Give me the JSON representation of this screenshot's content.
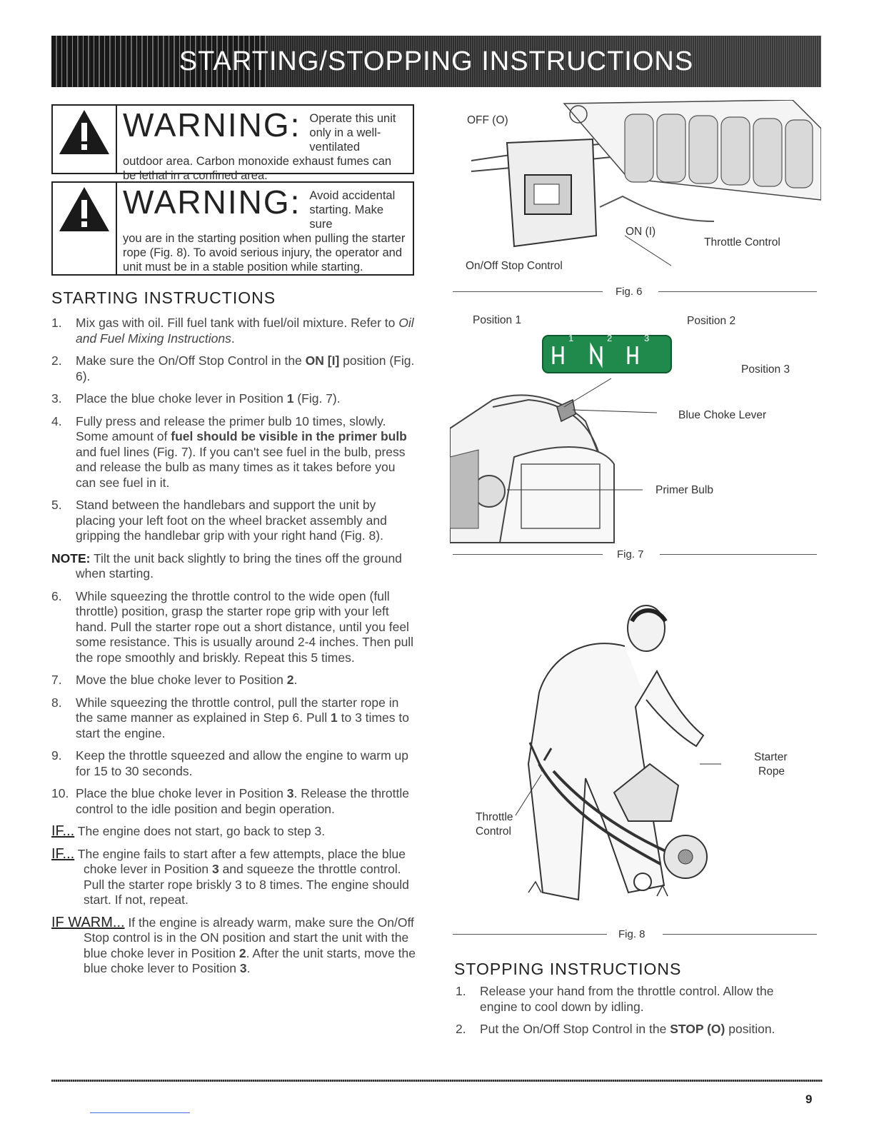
{
  "header": {
    "title": "STARTING/STOPPING INSTRUCTIONS"
  },
  "warnings": [
    {
      "word": "WARNING:",
      "first": "Operate this unit only in a well- ventilated",
      "rest": "outdoor area. Carbon monoxide exhaust fumes can be lethal in a confined area."
    },
    {
      "word": "WARNING:",
      "first": "Avoid accidental starting. Make sure",
      "rest": "you are in the starting position when pulling the starter rope (Fig. 8). To avoid serious injury, the operator and unit must be in a stable position while starting."
    }
  ],
  "starting": {
    "title": "STARTING INSTRUCTIONS",
    "steps": [
      {
        "num": "1.",
        "pre": "Mix gas with oil. Fill fuel tank with fuel/oil mixture. Refer to ",
        "em": "Oil and Fuel Mixing Instructions",
        "post": "."
      },
      {
        "num": "2.",
        "pre": "Make sure the On/Off Stop Control in the ",
        "b": "ON [I]",
        "post": " position (Fig. 6)."
      },
      {
        "num": "3.",
        "pre": "Place the blue choke lever in Position ",
        "b": "1",
        "post": " (Fig. 7)."
      },
      {
        "num": "4.",
        "pre": "Fully press and release the primer bulb 10 times, slowly. Some amount of ",
        "b": "fuel should be visible in the primer bulb",
        "post": " and fuel lines (Fig. 7). If you can't see fuel in the bulb, press and release the bulb as many times as it takes before you can see fuel in it."
      },
      {
        "num": "5.",
        "pre": "Stand between the handlebars and support the unit by placing your left foot on the wheel bracket assembly and gripping the handlebar grip with your right hand (Fig. 8)."
      }
    ],
    "note_label": "NOTE:",
    "note_text": " Tilt the unit back slightly to bring the tines off the ground when starting.",
    "steps2": [
      {
        "num": "6.",
        "pre": "While squeezing the throttle control to the wide open (full throttle) position, grasp the starter rope grip with your left hand. Pull the starter rope out a short distance, until you feel some resistance. This is usually around 2-4 inches. Then pull the rope smoothly and briskly. Repeat this 5 times."
      },
      {
        "num": "7.",
        "pre": "Move the blue choke lever to Position ",
        "b": "2",
        "post": "."
      },
      {
        "num": "8.",
        "pre": "While squeezing the throttle control, pull the starter rope in the same manner as explained in Step 6. Pull ",
        "b": "1",
        "post": " to 3 times to start the engine."
      },
      {
        "num": "9.",
        "pre": "Keep the throttle squeezed and allow the engine to warm up for 15 to 30 seconds."
      },
      {
        "num": "10.",
        "pre": "Place the blue choke lever in Position ",
        "b": "3",
        "post": ". Release the throttle control to the idle position and begin operation."
      }
    ],
    "if1_label": "IF...",
    "if1_text": " The engine does not start, go back to step 3.",
    "if2_label": "IF...",
    "if2_pre": " The engine fails to start after a few attempts, place the blue choke lever in Position ",
    "if2_b": "3",
    "if2_post": " and squeeze the throttle control. Pull the starter rope briskly 3 to 8 times. The engine should start. If not, repeat.",
    "ifwarm_label": "IF WARM...",
    "ifwarm_pre": " If the engine is already warm, make sure the On/Off Stop control is in the ON position and start the unit with the blue choke lever in Position ",
    "ifwarm_b1": "2",
    "ifwarm_mid": ". After the unit starts, move the blue choke lever to Position ",
    "ifwarm_b2": "3",
    "ifwarm_post": "."
  },
  "fig6": {
    "caption": "Fig. 6",
    "off": "OFF (O)",
    "on": "ON (I)",
    "stop_control": "On/Off Stop Control",
    "throttle": "Throttle Control"
  },
  "fig7": {
    "caption": "Fig. 7",
    "pos1": "Position 1",
    "pos2": "Position 2",
    "pos3": "Position 3",
    "choke": "Blue Choke Lever",
    "primer": "Primer Bulb",
    "marks": [
      "1",
      "2",
      "3"
    ]
  },
  "fig8": {
    "caption": "Fig. 8",
    "starter1": "Starter",
    "starter2": "Rope",
    "throttle1": "Throttle",
    "throttle2": "Control"
  },
  "stopping": {
    "title": "STOPPING INSTRUCTIONS",
    "steps": [
      {
        "num": "1.",
        "pre": "Release your hand from the throttle control. Allow the engine to cool down by idling."
      },
      {
        "num": "2.",
        "pre": "Put the On/Off Stop Control in the ",
        "b": "STOP (O)",
        "post": " position."
      }
    ]
  },
  "page_number": "9"
}
